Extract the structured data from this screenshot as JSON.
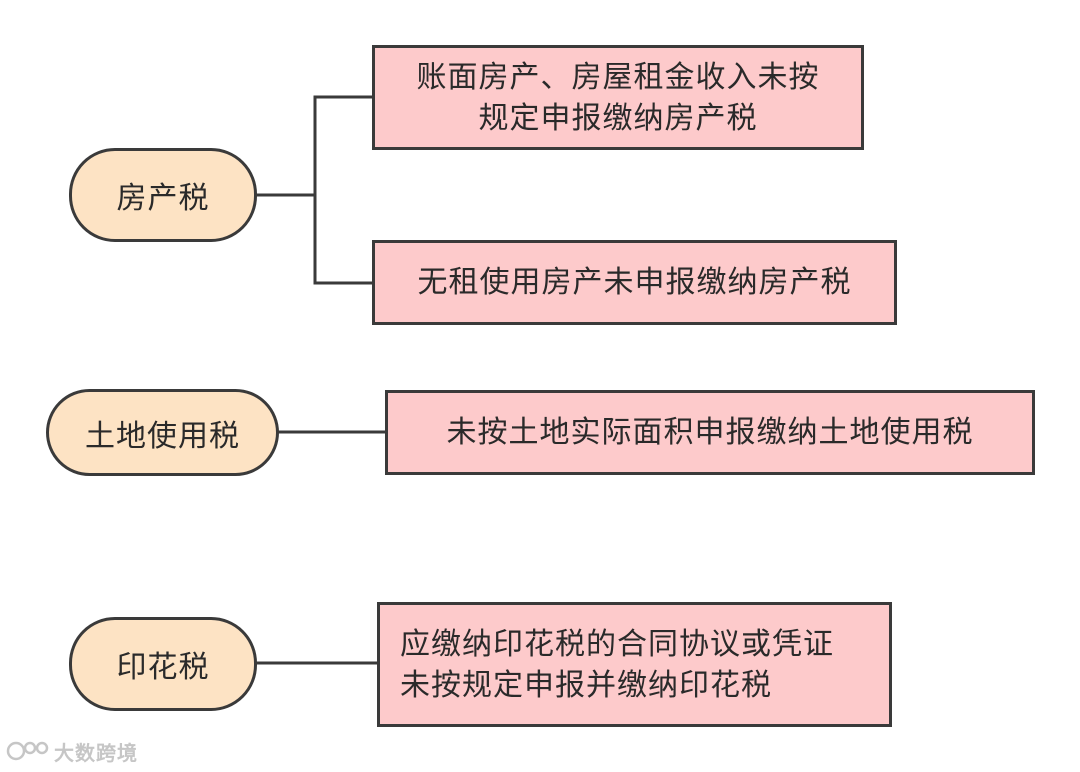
{
  "branches": [
    {
      "topic": "房产税",
      "items": [
        {
          "line1": "账面房产、房屋租金收入未按",
          "line2": "规定申报缴纳房产税"
        },
        {
          "line1": "无租使用房产未申报缴纳房产税"
        }
      ]
    },
    {
      "topic": "土地使用税",
      "items": [
        {
          "line1": "未按土地实际面积申报缴纳土地使用税"
        }
      ]
    },
    {
      "topic": "印花税",
      "items": [
        {
          "line1": "应缴纳印花税的合同协议或凭证",
          "line2": "未按规定申报并缴纳印花税"
        }
      ]
    }
  ],
  "watermark": {
    "text": "大数跨境",
    "icon": "wechat-icon"
  },
  "colors": {
    "topic_fill": "#fde3c4",
    "leaf_fill": "#fdcacb",
    "line": "#3a3a3a"
  }
}
